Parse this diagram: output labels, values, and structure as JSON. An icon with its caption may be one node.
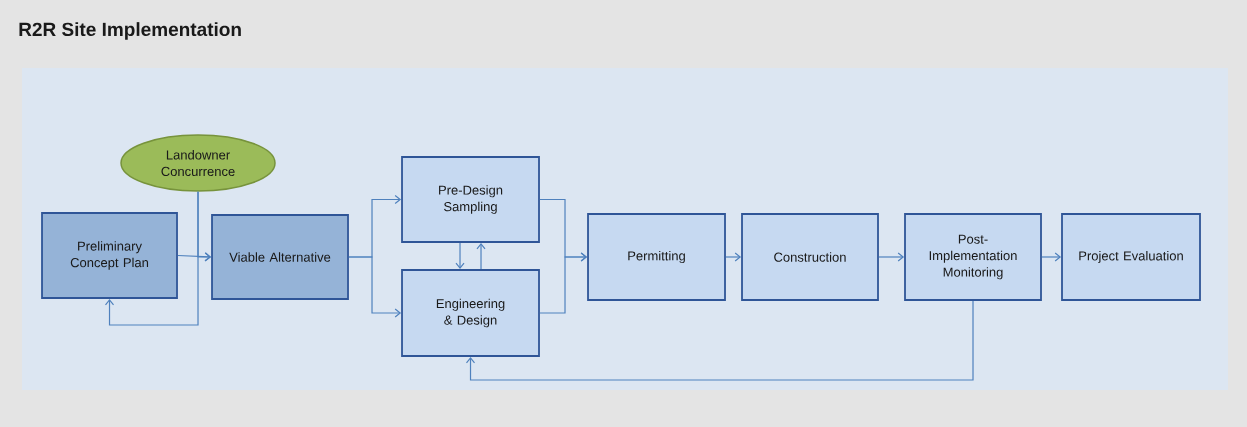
{
  "diagram": {
    "title": "R2R Site Implementation",
    "nodes": [
      {
        "text": [
          "Preliminary Concept Plan"
        ]
      },
      {
        "text": [
          "Landowner Concurrence"
        ]
      },
      {
        "text": [
          "Viable Alternative"
        ]
      },
      {
        "text": [
          "Pre-Design Sampling"
        ]
      },
      {
        "text": [
          "Engineering & Design"
        ]
      },
      {
        "text": [
          "Permitting"
        ]
      },
      {
        "text": [
          "Construction"
        ]
      },
      {
        "text": [
          "Post-Implementation Monitoring"
        ]
      },
      {
        "text": [
          "Project Evaluation"
        ]
      }
    ],
    "edges": [
      {
        "from": 0,
        "to": 2,
        "arrow": "to"
      },
      {
        "from": 1,
        "to": 2,
        "arrow": "to"
      },
      {
        "from": 1,
        "to": 0,
        "arrow": "to"
      },
      {
        "from": 2,
        "to": 3,
        "arrow": "to"
      },
      {
        "from": 2,
        "to": 4,
        "arrow": "to"
      },
      {
        "from": 3,
        "to": 4,
        "arrow": "to"
      },
      {
        "from": 4,
        "to": 3,
        "arrow": "to"
      },
      {
        "from": 3,
        "to": 5,
        "arrow": "to"
      },
      {
        "from": 4,
        "to": 5,
        "arrow": "to"
      },
      {
        "from": 5,
        "to": 6,
        "arrow": "to"
      },
      {
        "from": 6,
        "to": 7,
        "arrow": "to"
      },
      {
        "from": 7,
        "to": 8,
        "arrow": "to"
      },
      {
        "from": 7,
        "to": 4,
        "arrow": "to"
      }
    ]
  }
}
